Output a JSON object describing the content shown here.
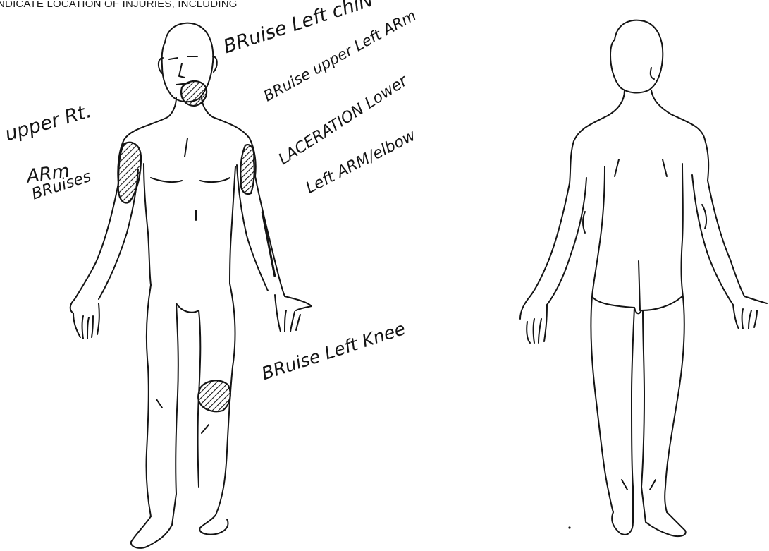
{
  "form": {
    "header_text": "NDICATE LOCATION OF INJURIES, INCLUDING"
  },
  "figures": {
    "front": "front-view",
    "back": "back-view"
  },
  "annotations": {
    "chin": "BRuise Left chiN",
    "upper_left_arm": "BRuise upper Left ARm",
    "upper_right_arm_line1": "upper Rt.",
    "upper_right_arm_line2": "ARm",
    "upper_right_arm_line3": "BRuises",
    "laceration_line1": "LACERATION Lower",
    "laceration_line2": "Left ARM/elbow",
    "knee": "BRuise Left Knee"
  },
  "colors": {
    "ink": "#141414",
    "paper": "#ffffff"
  }
}
